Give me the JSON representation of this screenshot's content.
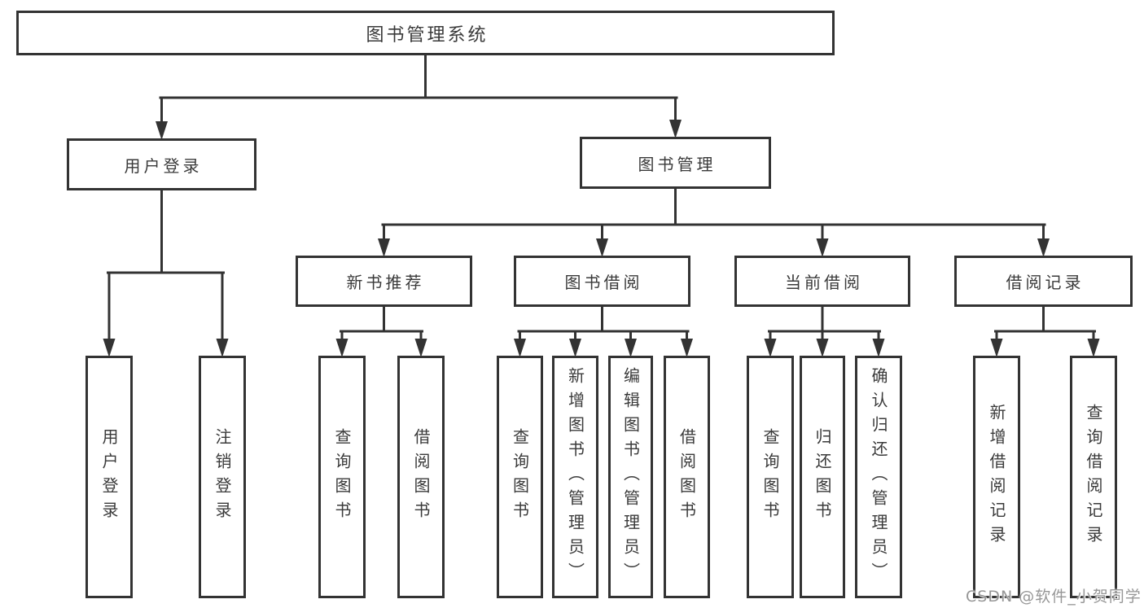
{
  "diagram": {
    "title": "图书管理系统",
    "nodes": [
      {
        "id": "root",
        "label": "图书管理系统",
        "parent": null,
        "orientation": "horizontal"
      },
      {
        "id": "user-login",
        "label": "用户登录",
        "parent": "root",
        "orientation": "horizontal"
      },
      {
        "id": "book-mgmt",
        "label": "图书管理",
        "parent": "root",
        "orientation": "horizontal"
      },
      {
        "id": "new-book-rec",
        "label": "新书推荐",
        "parent": "book-mgmt",
        "orientation": "horizontal"
      },
      {
        "id": "book-borrow",
        "label": "图书借阅",
        "parent": "book-mgmt",
        "orientation": "horizontal"
      },
      {
        "id": "current-borrow",
        "label": "当前借阅",
        "parent": "book-mgmt",
        "orientation": "horizontal"
      },
      {
        "id": "borrow-record",
        "label": "借阅记录",
        "parent": "book-mgmt",
        "orientation": "horizontal"
      },
      {
        "id": "login-leaf",
        "label": "用户登录",
        "parent": "user-login",
        "orientation": "vertical"
      },
      {
        "id": "logout-leaf",
        "label": "注销登录",
        "parent": "user-login",
        "orientation": "vertical"
      },
      {
        "id": "rec-query",
        "label": "查询图书",
        "parent": "new-book-rec",
        "orientation": "vertical"
      },
      {
        "id": "rec-borrow",
        "label": "借阅图书",
        "parent": "new-book-rec",
        "orientation": "vertical"
      },
      {
        "id": "bor-query",
        "label": "查询图书",
        "parent": "book-borrow",
        "orientation": "vertical"
      },
      {
        "id": "bor-add",
        "label": "新增图书（管理员）",
        "parent": "book-borrow",
        "orientation": "vertical"
      },
      {
        "id": "bor-edit",
        "label": "编辑图书（管理员）",
        "parent": "book-borrow",
        "orientation": "vertical"
      },
      {
        "id": "bor-borrow",
        "label": "借阅图书",
        "parent": "book-borrow",
        "orientation": "vertical"
      },
      {
        "id": "cur-query",
        "label": "查询图书",
        "parent": "current-borrow",
        "orientation": "vertical"
      },
      {
        "id": "cur-return",
        "label": "归还图书",
        "parent": "current-borrow",
        "orientation": "vertical"
      },
      {
        "id": "cur-confirm",
        "label": "确认归还（管理员）",
        "parent": "current-borrow",
        "orientation": "vertical"
      },
      {
        "id": "log-add",
        "label": "新增借阅记录",
        "parent": "borrow-record",
        "orientation": "vertical"
      },
      {
        "id": "log-query",
        "label": "查询借阅记录",
        "parent": "borrow-record",
        "orientation": "vertical"
      }
    ]
  },
  "watermark": {
    "text": "CSDN @软件_小贺同学"
  },
  "colors": {
    "line": "#333333",
    "box_border": "#333333",
    "box_fill": "#ffffff",
    "text": "#3a3a3a",
    "watermark": "#979797",
    "background": "#ffffff"
  }
}
